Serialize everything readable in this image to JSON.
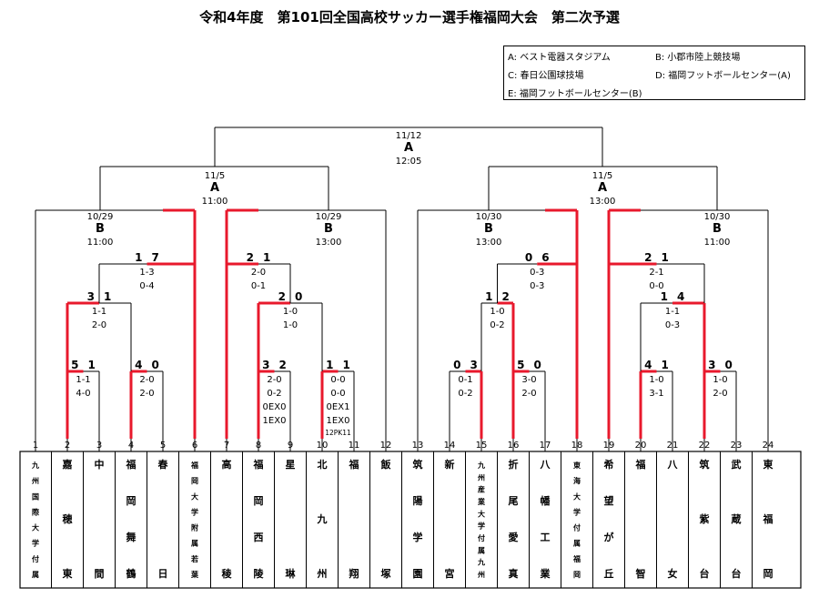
{
  "title": "令和4年度　第101回全国高校サッカー選手権福岡大会　第二次予選",
  "venues": [
    {
      "text": "A: ベスト電器スタジアム"
    },
    {
      "text": "B: 小郡市陸上競技場"
    },
    {
      "text": "C: 春日公園球技場"
    },
    {
      "text": "D: 福岡フットボールセンター(A)"
    },
    {
      "text": "E: 福岡フットボールセンター(B)"
    }
  ],
  "colors": {
    "winner_line": "#e8192c",
    "line": "#000000"
  },
  "teams": [
    {
      "no": "1",
      "name": "九州国際大学付属"
    },
    {
      "no": "2",
      "name": "嘉穂東"
    },
    {
      "no": "3",
      "name": "中間"
    },
    {
      "no": "4",
      "name": "福岡舞鶴"
    },
    {
      "no": "5",
      "name": "春日"
    },
    {
      "no": "6",
      "name": "福岡大学附属若葉"
    },
    {
      "no": "7",
      "name": "高稜"
    },
    {
      "no": "8",
      "name": "福岡西陵"
    },
    {
      "no": "9",
      "name": "星琳"
    },
    {
      "no": "10",
      "name": "北九州"
    },
    {
      "no": "11",
      "name": "福翔"
    },
    {
      "no": "12",
      "name": "飯塚"
    },
    {
      "no": "13",
      "name": "筑陽学園"
    },
    {
      "no": "14",
      "name": "新宮"
    },
    {
      "no": "15",
      "name": "九州産業大学付属九州"
    },
    {
      "no": "16",
      "name": "折尾愛真"
    },
    {
      "no": "17",
      "name": "八幡工業"
    },
    {
      "no": "18",
      "name": "東海大学付属福岡"
    },
    {
      "no": "19",
      "name": "希望が丘"
    },
    {
      "no": "20",
      "name": "福智"
    },
    {
      "no": "21",
      "name": "八女"
    },
    {
      "no": "22",
      "name": "筑紫台"
    },
    {
      "no": "23",
      "name": "武蔵台"
    },
    {
      "no": "24",
      "name": "東福岡"
    }
  ],
  "matches": [
    {
      "id": "m1",
      "score_left": "5",
      "score_right": "1",
      "details": [
        "1-1",
        "4-0"
      ]
    },
    {
      "id": "m2",
      "score_left": "4",
      "score_right": "0",
      "details": [
        "2-0",
        "2-0"
      ]
    },
    {
      "id": "m3",
      "score_left": "3",
      "score_right": "1",
      "details": [
        "1-1",
        "2-0"
      ]
    },
    {
      "id": "m4",
      "score_left": "1",
      "score_right": "7",
      "details": [
        "1-3",
        "0-4"
      ]
    },
    {
      "id": "m5",
      "score_left": "3",
      "score_right": "2",
      "details": [
        "2-0",
        "0-2",
        "0EX0",
        "1EX0"
      ]
    },
    {
      "id": "m6",
      "score_left": "1",
      "score_right": "1",
      "details": [
        "0-0",
        "0-0",
        "0EX1",
        "1EX0"
      ],
      "pk": "12PK11"
    },
    {
      "id": "m7",
      "score_left": "2",
      "score_right": "0",
      "details": [
        "1-0",
        "1-0"
      ]
    },
    {
      "id": "m8",
      "score_left": "2",
      "score_right": "1",
      "details": [
        "2-0",
        "0-1"
      ]
    },
    {
      "id": "m9",
      "score_left": "0",
      "score_right": "3",
      "details": [
        "0-1",
        "0-2"
      ]
    },
    {
      "id": "m10",
      "score_left": "5",
      "score_right": "0",
      "details": [
        "3-0",
        "2-0"
      ]
    },
    {
      "id": "m11",
      "score_left": "1",
      "score_right": "2",
      "details": [
        "1-0",
        "0-2"
      ]
    },
    {
      "id": "m12",
      "score_left": "0",
      "score_right": "6",
      "details": [
        "0-3",
        "0-3"
      ]
    },
    {
      "id": "m13",
      "score_left": "4",
      "score_right": "1",
      "details": [
        "1-0",
        "3-1"
      ]
    },
    {
      "id": "m14",
      "score_left": "3",
      "score_right": "0",
      "details": [
        "1-0",
        "2-0"
      ]
    },
    {
      "id": "m15",
      "score_left": "1",
      "score_right": "4",
      "details": [
        "1-1",
        "0-3"
      ]
    },
    {
      "id": "m16",
      "score_left": "2",
      "score_right": "1",
      "details": [
        "2-1",
        "0-0"
      ]
    }
  ],
  "schedule": [
    {
      "id": "s1",
      "date": "10/29",
      "venue": "B",
      "time": "11:00"
    },
    {
      "id": "s2",
      "date": "10/29",
      "venue": "B",
      "time": "13:00"
    },
    {
      "id": "s3",
      "date": "10/30",
      "venue": "B",
      "time": "13:00"
    },
    {
      "id": "s4",
      "date": "10/30",
      "venue": "B",
      "time": "11:00"
    },
    {
      "id": "s5",
      "date": "11/5",
      "venue": "A",
      "time": "11:00"
    },
    {
      "id": "s6",
      "date": "11/5",
      "venue": "A",
      "time": "13:00"
    },
    {
      "id": "s7",
      "date": "11/12",
      "venue": "A",
      "time": "12:05"
    }
  ]
}
